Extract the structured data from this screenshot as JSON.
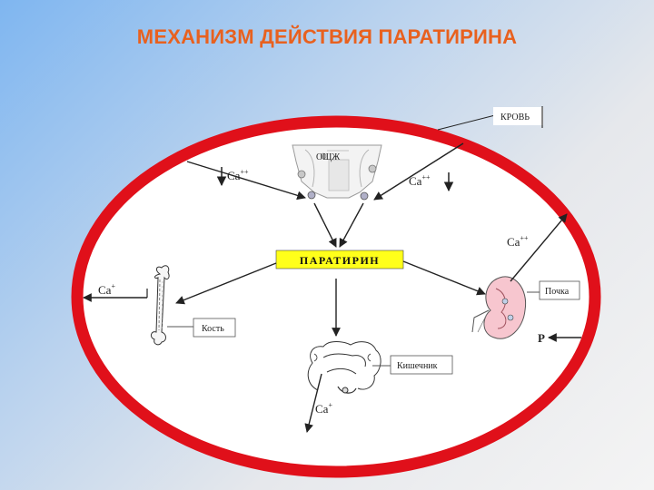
{
  "title": "МЕХАНИЗМ ДЕЙСТВИЯ ПАРАТИРИНА",
  "labels": {
    "blood": "КРОВЬ",
    "gland": "ОЩЖ",
    "hormone": "ПАРАТИРИН",
    "kidney": "Почка",
    "bone": "Кость",
    "intestine": "Кишечник",
    "phosphorus": "P"
  },
  "calcium": {
    "gland_left": {
      "base": "Ca",
      "sup": "++"
    },
    "gland_right": {
      "base": "Ca",
      "sup": "++"
    },
    "kidney": {
      "base": "Ca",
      "sup": "++"
    },
    "bone": {
      "base": "Ca",
      "sup": "+"
    },
    "intestine": {
      "base": "Ca",
      "sup": "+"
    }
  },
  "colors": {
    "title": "#e8611f",
    "ring": "#e0101a",
    "hormone_box": "#ffff1a"
  }
}
